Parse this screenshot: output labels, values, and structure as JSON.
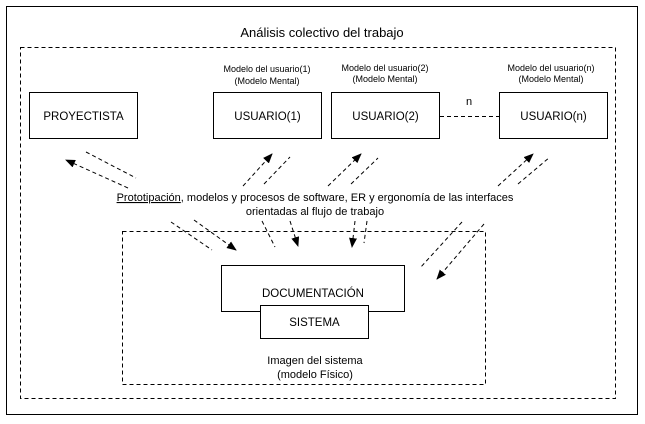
{
  "diagram": {
    "title": "Análisis colectivo del trabajo",
    "boxes": {
      "proyectista": "PROYECTISTA",
      "usuario1": "USUARIO(1)",
      "usuario2": "USUARIO(2)",
      "usuarion": "USUARIO(n)",
      "documentacion": "DOCUMENTACIÓN",
      "sistema": "SISTEMA"
    },
    "captions": {
      "usuario1": [
        "Modelo del usuario(1)",
        "(Modelo Mental)"
      ],
      "usuario2": [
        "Modelo del usuario(2)",
        "(Modelo Mental)"
      ],
      "usuarion": [
        "Modelo del usuario(n)",
        "(Modelo Mental)"
      ]
    },
    "connector_label": "n",
    "middle_text": {
      "line1_misspelled": "Prototipación",
      "line1_rest": ", modelos y procesos de software, ER y ergonomía de las interfaces",
      "line2": "orientadas al flujo de trabajo"
    },
    "system_image": [
      "Imagen del sistema",
      "(modelo Físico)"
    ]
  }
}
